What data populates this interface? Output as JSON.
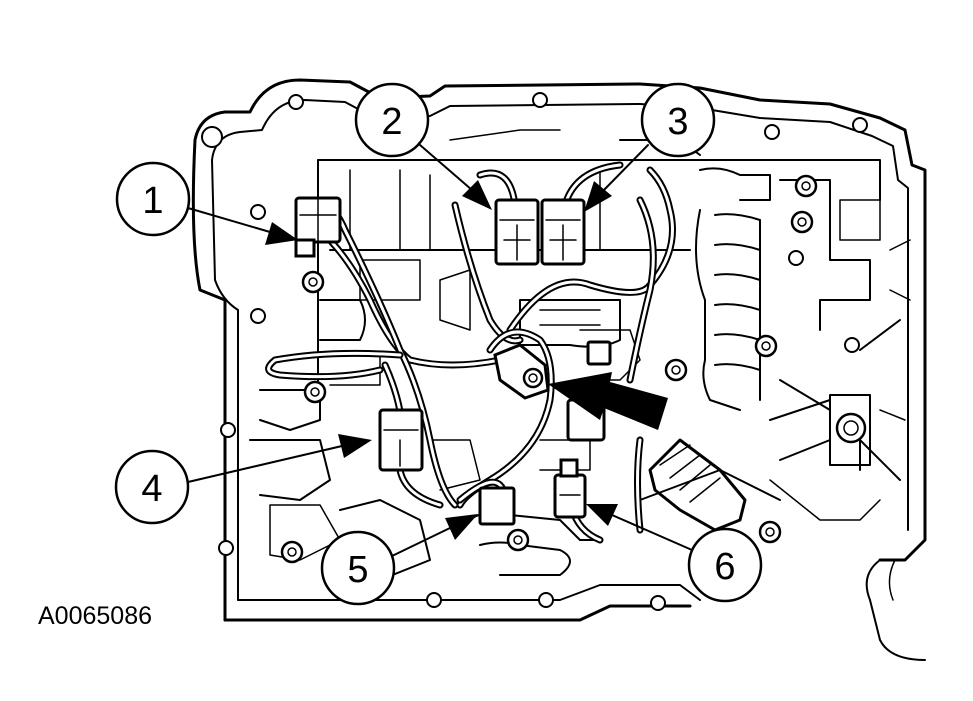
{
  "figure_id": "A0065086",
  "callouts": [
    {
      "label": "1"
    },
    {
      "label": "2"
    },
    {
      "label": "3"
    },
    {
      "label": "4"
    },
    {
      "label": "5"
    },
    {
      "label": "6"
    }
  ],
  "colors": {
    "ink": "#000000",
    "paper": "#ffffff"
  }
}
